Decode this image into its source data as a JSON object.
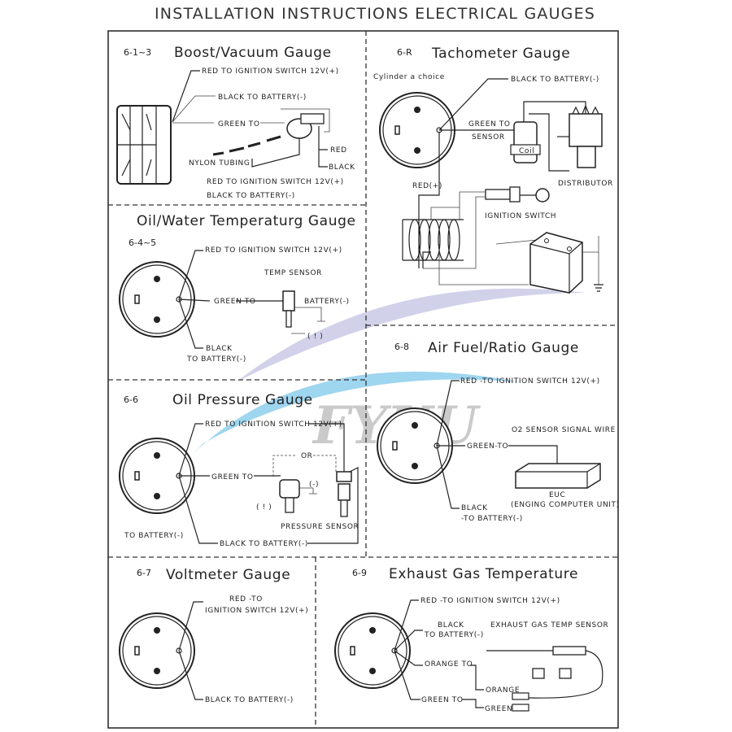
{
  "header": {
    "title": "INSTALLATION INSTRUCTIONS ELECTRICAL GAUGES"
  },
  "watermark": {
    "text": "FYUU",
    "colors": {
      "swoosh_blue": "#7ec8ea",
      "swoosh_purple": "#9a9ad0",
      "text_gray": "#8a8a8a"
    }
  },
  "boost": {
    "code": "6-1~3",
    "title": "Boost/Vacuum Gauge",
    "red": "RED   TO IGNITION SWITCH 12V(+)",
    "black": "BLACK   TO BATTERY(-)",
    "green": "GREEN TO",
    "red_short": "RED",
    "black_short": "BLACK",
    "tubing": "NYLON TUBING",
    "red2": "RED   TO IGNITION SWITCH 12V(+)",
    "black2": "BLACK   TO BATTERY(-)"
  },
  "oilwater": {
    "code": "6-4~5",
    "title": "Oil/Water Temperaturg Gauge",
    "red": "RED TO IGNITION SWITCH 12V(+)",
    "sensor": "TEMP SENSOR",
    "green": "GREEN TO",
    "battery": "BATTERY(-)",
    "warn": "( ! )",
    "black": "BLACK",
    "to_battery": "TO BATTERY(-)"
  },
  "oilpressure": {
    "code": "6-6",
    "title": "Oil Pressure Gauge",
    "red": "RED TO IGNITION SWITCH 12V(+)",
    "or": "OR",
    "green": "GREEN TO",
    "neg": "(-)",
    "warn": "( ! )",
    "sensor": "PRESSURE SENSOR",
    "to_battery": "TO BATTERY(-)",
    "black": "BLACK TO BATTERY(-)"
  },
  "voltmeter": {
    "code": "6-7",
    "title": "Voltmeter Gauge",
    "red1": "RED -TO",
    "red2": "IGNITION SWITCH 12V(+)",
    "black": "BLACK  TO BATTERY(-)"
  },
  "tach": {
    "code": "6-R",
    "title": "Tachometer Gauge",
    "cylinder": "Cylinder a choice",
    "black": "BLACK  TO BATTERY(-)",
    "green1": "GREEN TO",
    "green2": "SENSOR",
    "coil": "Coil",
    "distributor": "DISTRIBUTOR",
    "red": "RED(+)",
    "ignition": "IGNITION SWITCH"
  },
  "afr": {
    "code": "6-8",
    "title": "Air Fuel/Ratio Gauge",
    "red": "RED -TO IGNITION SWITCH 12V(+)",
    "o2": "O2  SENSOR SIGNAL WIRE",
    "green": "GREEN-TO",
    "euc": "EUC",
    "euc_full": "(ENGING COMPUTER UNIT)",
    "black1": "BLACK",
    "black2": "-TO BATTERY(-)"
  },
  "egt": {
    "code": "6-9",
    "title": "Exhaust Gas Temperature",
    "red": "RED -TO IGNITION SWITCH 12V(+)",
    "black1": "BLACK",
    "black2": "TO BATTERY(-)",
    "sensor": "EXHAUST GAS TEMP SENSOR",
    "orange_to": "ORANGE TO",
    "orange": "ORANGE",
    "green_to": "GREEN TO",
    "green": "GREEN"
  }
}
